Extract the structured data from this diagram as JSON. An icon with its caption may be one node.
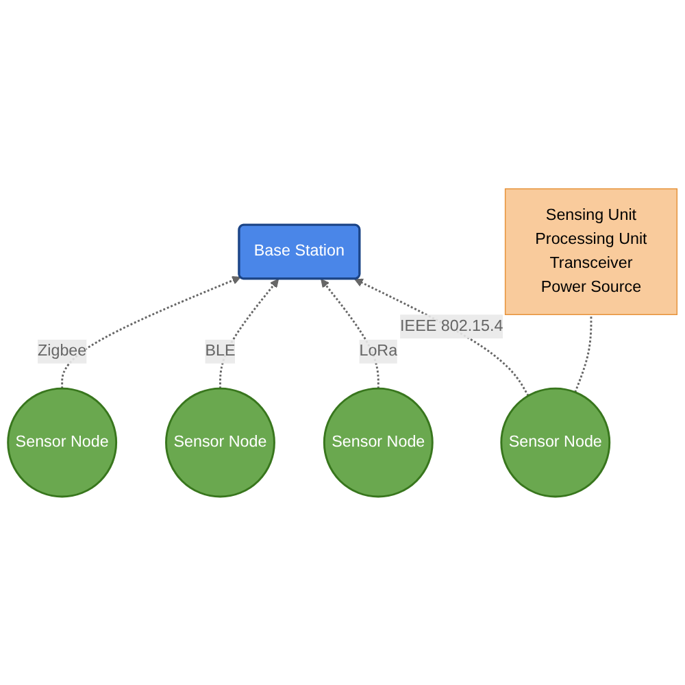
{
  "diagram": {
    "nodes": [
      {
        "text": [
          "Base Station"
        ]
      },
      {
        "text": [
          "Sensor Node"
        ]
      },
      {
        "text": [
          "Sensor Node"
        ]
      },
      {
        "text": [
          "Sensing Unit",
          "Processing Unit",
          "Transceiver",
          "Power Source"
        ]
      },
      {
        "text": [
          "Sensor Node"
        ]
      },
      {
        "text": [
          "Sensor Node"
        ]
      }
    ],
    "edges": [
      {
        "from": 1,
        "to": 0,
        "arrow": "to",
        "label": "IEEE 802.15.4",
        "style": "dashed"
      },
      {
        "from": 4,
        "to": 0,
        "arrow": "to",
        "label": "LoRa",
        "style": "dashed"
      },
      {
        "from": 5,
        "to": 0,
        "arrow": "to",
        "label": "BLE",
        "style": "dashed"
      },
      {
        "from": 2,
        "to": 0,
        "arrow": "to",
        "label": "Zigbee",
        "style": "dashed"
      },
      {
        "from": 1,
        "to": 3,
        "arrow": "none",
        "style": "dashed"
      }
    ]
  }
}
